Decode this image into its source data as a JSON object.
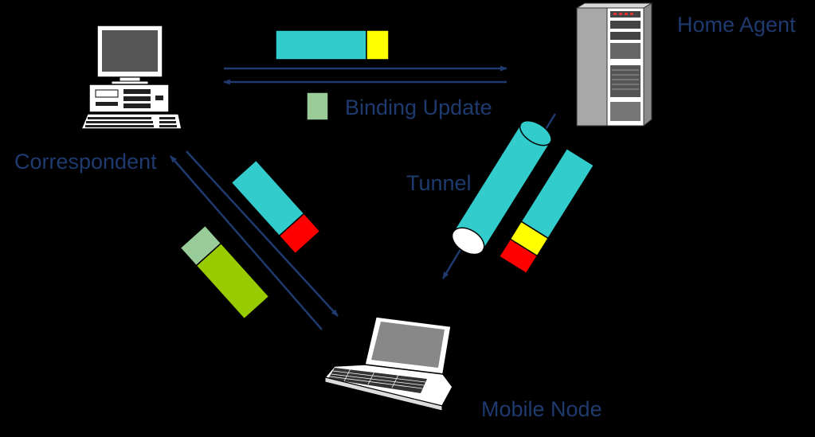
{
  "labels": {
    "home_agent": "Home Agent",
    "binding_update": "Binding Update",
    "correspondent": "Correspondent",
    "tunnel": "Tunnel",
    "mobile_node": "Mobile Node"
  },
  "colors": {
    "background": "#000000",
    "label_text": "#1F3A6E",
    "arrow": "#1F3A6E",
    "packet_payload": "#33CCCC",
    "home_address_header": "#FFFF00",
    "care_of_header": "#FF0000",
    "binding_update_header": "#99CC99",
    "binding_update_payload": "#99CC00"
  },
  "icons": {
    "correspondent": "desktop-computer-icon",
    "home_agent": "tower-server-icon",
    "mobile_node": "laptop-computer-icon"
  }
}
